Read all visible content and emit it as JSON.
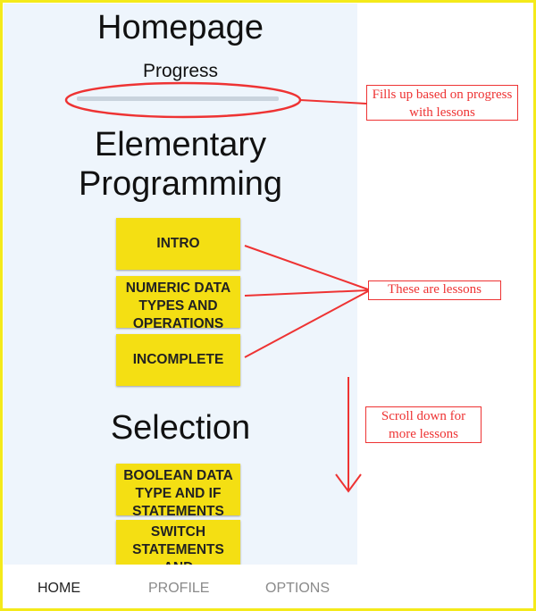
{
  "screen": {
    "title": "Homepage",
    "progress_label": "Progress",
    "progress_value": 0,
    "section1_title_line1": "Elementary",
    "section1_title_line2": "Programming",
    "section1_lessons": [
      {
        "label": "INTRO"
      },
      {
        "label": "NUMERIC DATA TYPES AND OPERATIONS"
      },
      {
        "label": "INCOMPLETE"
      }
    ],
    "section2_title": "Selection",
    "section2_lessons": [
      {
        "label": "BOOLEAN DATA TYPE AND IF STATEMENTS"
      },
      {
        "label": "SWITCH STATEMENTS AND"
      }
    ]
  },
  "nav": {
    "home": "HOME",
    "profile": "PROFILE",
    "options": "OPTIONS"
  },
  "annotations": {
    "progress_note": "Fills up based on progress with lessons",
    "lessons_note": "These are lessons",
    "scroll_note": "Scroll down for more lessons"
  },
  "colors": {
    "lesson_bg": "#f4df13",
    "screen_bg": "#eef5fc",
    "annotation": "#e33333",
    "frame": "#f4ea1a"
  }
}
